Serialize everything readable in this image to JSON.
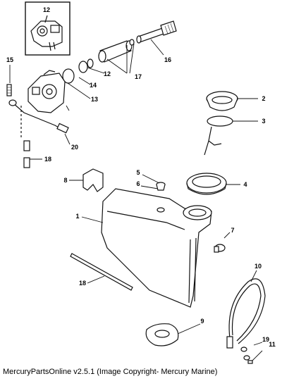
{
  "diagram": {
    "labels": [
      "12",
      "15",
      "13",
      "14",
      "12",
      "20",
      "18",
      "17",
      "16",
      "2",
      "3",
      "8",
      "5",
      "6",
      "4",
      "1",
      "7",
      "18",
      "10",
      "9",
      "19",
      "11"
    ]
  },
  "footer": {
    "text": "MercuryPartsOnline v2.5.1 (Image Copyright- Mercury Marine)"
  }
}
